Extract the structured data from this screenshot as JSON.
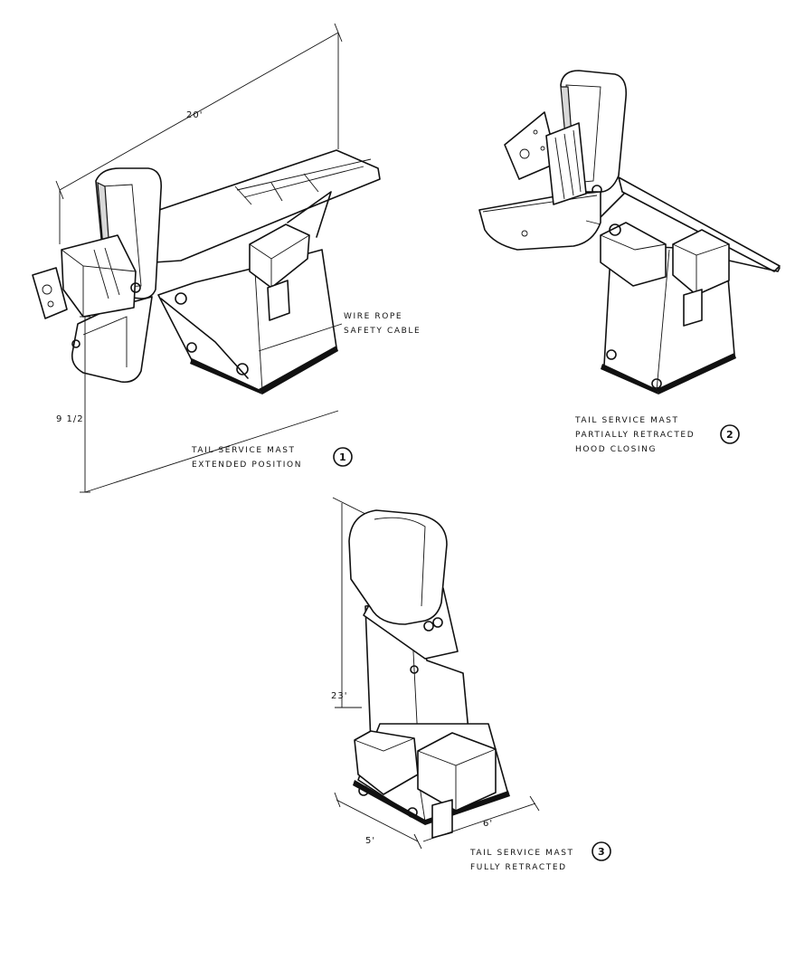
{
  "figure1": {
    "label_line1": "TAIL SERVICE MAST",
    "label_line2": "EXTENDED POSITION",
    "number": "1",
    "dim_length": "20'",
    "dim_height": "9 1/2",
    "callout_line1": "WIRE ROPE",
    "callout_line2": "SAFETY CABLE"
  },
  "figure2": {
    "label_line1": "TAIL SERVICE MAST",
    "label_line2": "PARTIALLY RETRACTED",
    "label_line3": "HOOD CLOSING",
    "number": "2"
  },
  "figure3": {
    "label_line1": "TAIL SERVICE MAST",
    "label_line2": "FULLY RETRACTED",
    "number": "3",
    "dim_height": "23'",
    "dim_width": "5'",
    "dim_depth": "6'"
  }
}
